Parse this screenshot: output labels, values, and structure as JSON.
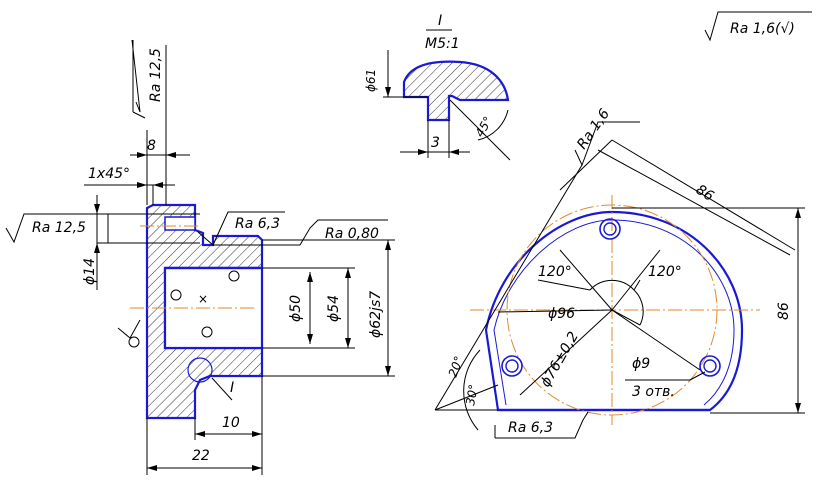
{
  "labels": {
    "ra_general": "Ra 1,6(√)",
    "detail_id": "I",
    "detail_scale": "M5:1",
    "d61": "ϕ61",
    "dim3": "3",
    "ang45": "45°",
    "ra125_top": "Ra 12,5",
    "dim8": "8",
    "chamfer": "1x45°",
    "ra125_left": "Ra 12,5",
    "ra63_top": "Ra 6,3",
    "ra080": "Ra 0,80",
    "d14": "ϕ14",
    "d50": "ϕ50",
    "d54": "ϕ54",
    "d62": "ϕ62js7",
    "detail_mark": "I",
    "dim10": "10",
    "dim22": "22",
    "ra16": "Ra 1,6",
    "dim86a": "86",
    "dim86b": "86",
    "ang120a": "120°",
    "ang120b": "120°",
    "d96": "ϕ96",
    "d76": "ϕ76±0,2",
    "d9": "ϕ9",
    "holes": "3 отв.",
    "ang20": "20°",
    "ang30": "30°",
    "ra63_bottom": "Ra 6,3"
  }
}
